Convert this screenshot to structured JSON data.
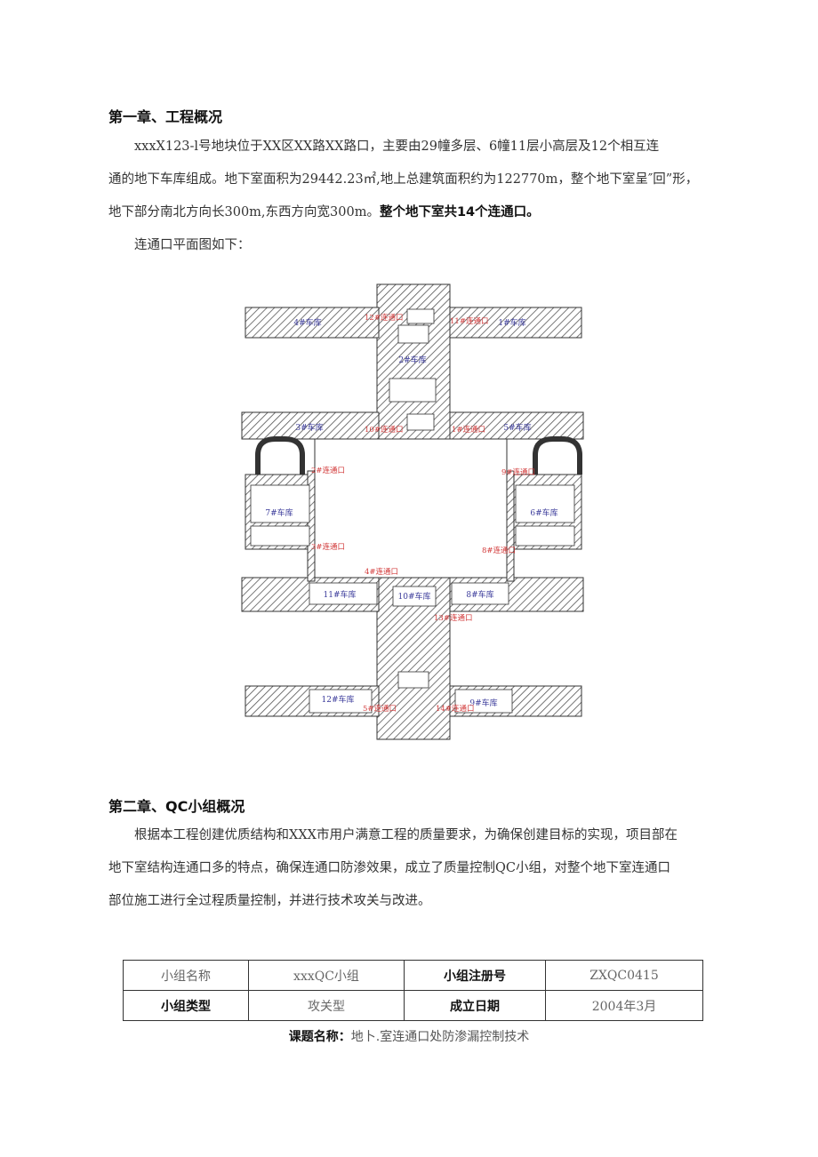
{
  "chapter1": {
    "title": "第一章、工程概况",
    "p1_line1": "xxxX123-l号地块位于XX区XX路XX路口，主要由29幢多层、6幢11层小高层及12个相互连",
    "p1_line2": "通的地下车库组成。地下室面积为29442.23㎡,地上总建筑面积约为122770m，整个地下室呈″回”形，",
    "p1_line3a": "地下部分南北方向长300m,东西方向宽300m。",
    "p1_line3b": "整个地下室共14个连通口。",
    "p2": "连通口平面图如下："
  },
  "plan": {
    "garages": [
      "1#车库",
      "2#车库",
      "3#车库",
      "4#车库",
      "5#车库",
      "6#车库",
      "7#车库",
      "8#车库",
      "9#车库",
      "10#车库",
      "11#车库",
      "12#车库"
    ],
    "connectors": [
      "1#连通口",
      "2#连通口",
      "3#连通口",
      "4#连通口",
      "5#连通口",
      "8#连通口",
      "9#连通口",
      "10#连通口",
      "11#连通口",
      "12#连通口",
      "13#连通口",
      "14#连通口"
    ],
    "colors": {
      "hatch": "#555555",
      "label_blue": "#3a3a9a",
      "label_red": "#d23a3a"
    }
  },
  "chapter2": {
    "title": "第二章、QC小组概况",
    "line1": "根据本工程创建优质结构和XXX市用户满意工程的质量要求，为确保创建目标的实现，项目部在",
    "line2": "地下室结构连通口多的特点，确保连通口防渗效果，成立了质量控制QC小组，对整个地下室连通口",
    "line3": "部位施工进行全过程质量控制，并进行技术攻关与改进。"
  },
  "table": {
    "r1c1": "小组名称",
    "r1c2": "xxxQC小组",
    "r1c3": "小组注册号",
    "r1c4": "ZXQC0415",
    "r2c1": "小组类型",
    "r2c2": "攻关型",
    "r2c3": "成立日期",
    "r2c4": "2004年3月"
  },
  "topic": {
    "label": "课题名称：",
    "value": "地卜.室连通口处防渗漏控制技术"
  }
}
